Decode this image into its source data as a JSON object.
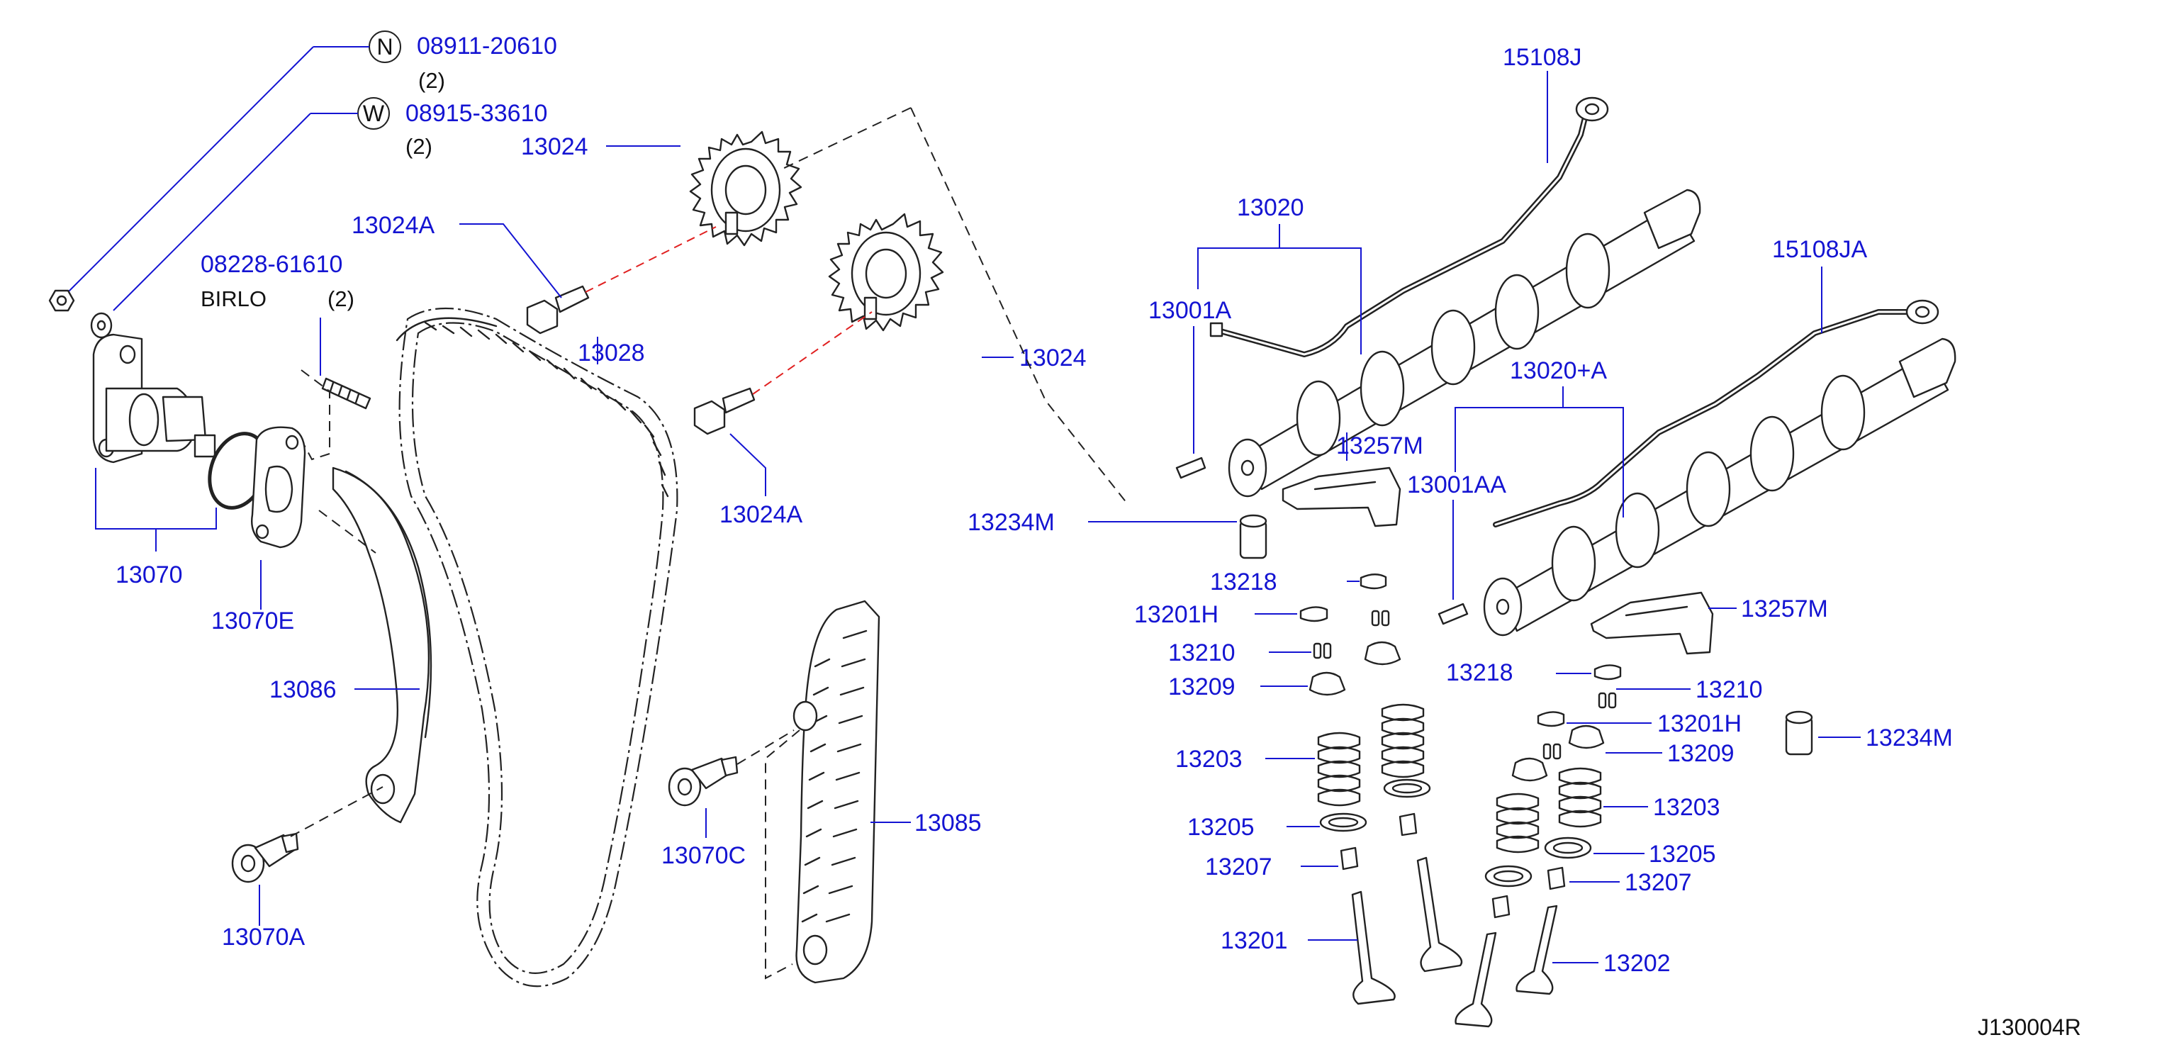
{
  "diagram_ref": "J130004R",
  "fastener_notes": [
    {
      "symbol": "N",
      "part_number": "08911-20610",
      "qty": "(2)"
    },
    {
      "symbol": "W",
      "part_number": "08915-33610",
      "qty": "(2)"
    },
    {
      "symbol": "",
      "part_number": "08228-61610",
      "maker": "BIRLO",
      "qty": "(2)"
    }
  ],
  "parts": {
    "p15108J": "15108J",
    "p15108JA": "15108JA",
    "p13020": "13020",
    "p13020A": "13020+A",
    "p13001A": "13001A",
    "p13001AA": "13001AA",
    "p13024_top": "13024",
    "p13024_right": "13024",
    "p13024A_top": "13024A",
    "p13024A_bottom": "13024A",
    "p13028": "13028",
    "p13070": "13070",
    "p13070E": "13070E",
    "p13070A": "13070A",
    "p13070C": "13070C",
    "p13086": "13086",
    "p13085": "13085",
    "p13257M_left": "13257M",
    "p13257M_right": "13257M",
    "p13234M_left": "13234M",
    "p13234M_right": "13234M",
    "p13218_left": "13218",
    "p13218_right": "13218",
    "p13201H_left": "13201H",
    "p13201H_right": "13201H",
    "p13210_left": "13210",
    "p13210_right": "13210",
    "p13209_left": "13209",
    "p13209_right": "13209",
    "p13203_left": "13203",
    "p13203_right": "13203",
    "p13205_left": "13205",
    "p13205_right": "13205",
    "p13207_left": "13207",
    "p13207_right": "13207",
    "p13201": "13201",
    "p13202": "13202"
  }
}
